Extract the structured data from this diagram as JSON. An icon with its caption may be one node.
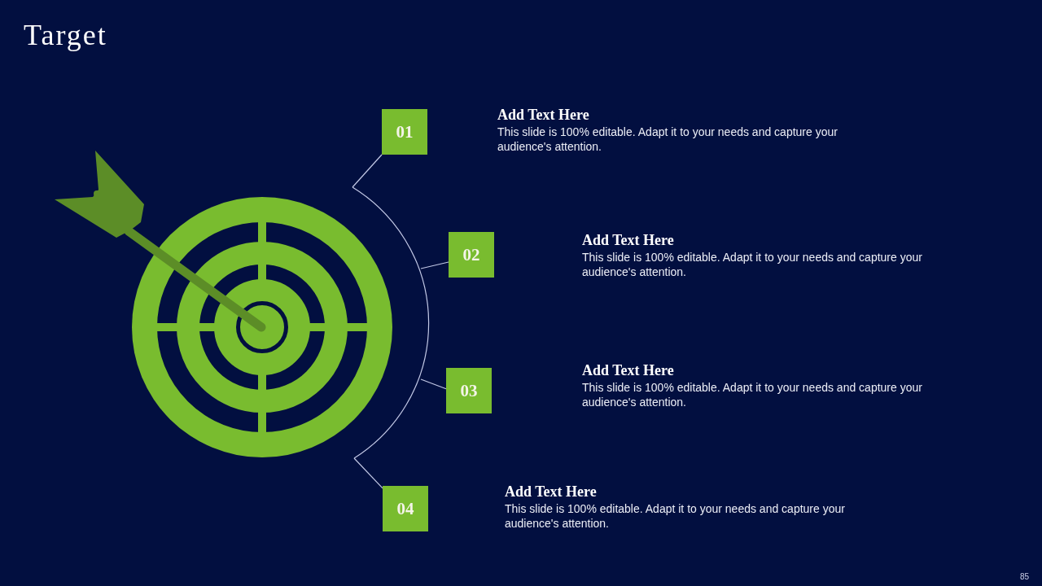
{
  "diagram": {
    "title": "Target",
    "nodes": [
      {
        "text": [
          "01"
        ],
        "beside": [
          "Add Text Here",
          "This slide is 100% editable. Adapt it to your needs and capture your audience's attention."
        ]
      },
      {
        "text": [
          "02"
        ],
        "beside": [
          "Add Text Here",
          "This slide is 100% editable. Adapt it to your needs and capture your audience's attention."
        ]
      },
      {
        "text": [
          "03"
        ],
        "beside": [
          "Add Text Here",
          "This slide is 100% editable. Adapt it to your needs and capture your audience's attention."
        ]
      },
      {
        "text": [
          "04"
        ],
        "beside": [
          "Add Text Here",
          "This slide is 100% editable. Adapt it to your needs and capture your audience's attention."
        ]
      },
      {
        "text": [],
        "shape": "arc"
      }
    ],
    "edges": [
      {
        "from": 4,
        "to": 0,
        "arrow": "none"
      },
      {
        "from": 4,
        "to": 1,
        "arrow": "none"
      },
      {
        "from": 4,
        "to": 2,
        "arrow": "none"
      },
      {
        "from": 4,
        "to": 3,
        "arrow": "none"
      }
    ],
    "labels": [
      "85"
    ]
  }
}
